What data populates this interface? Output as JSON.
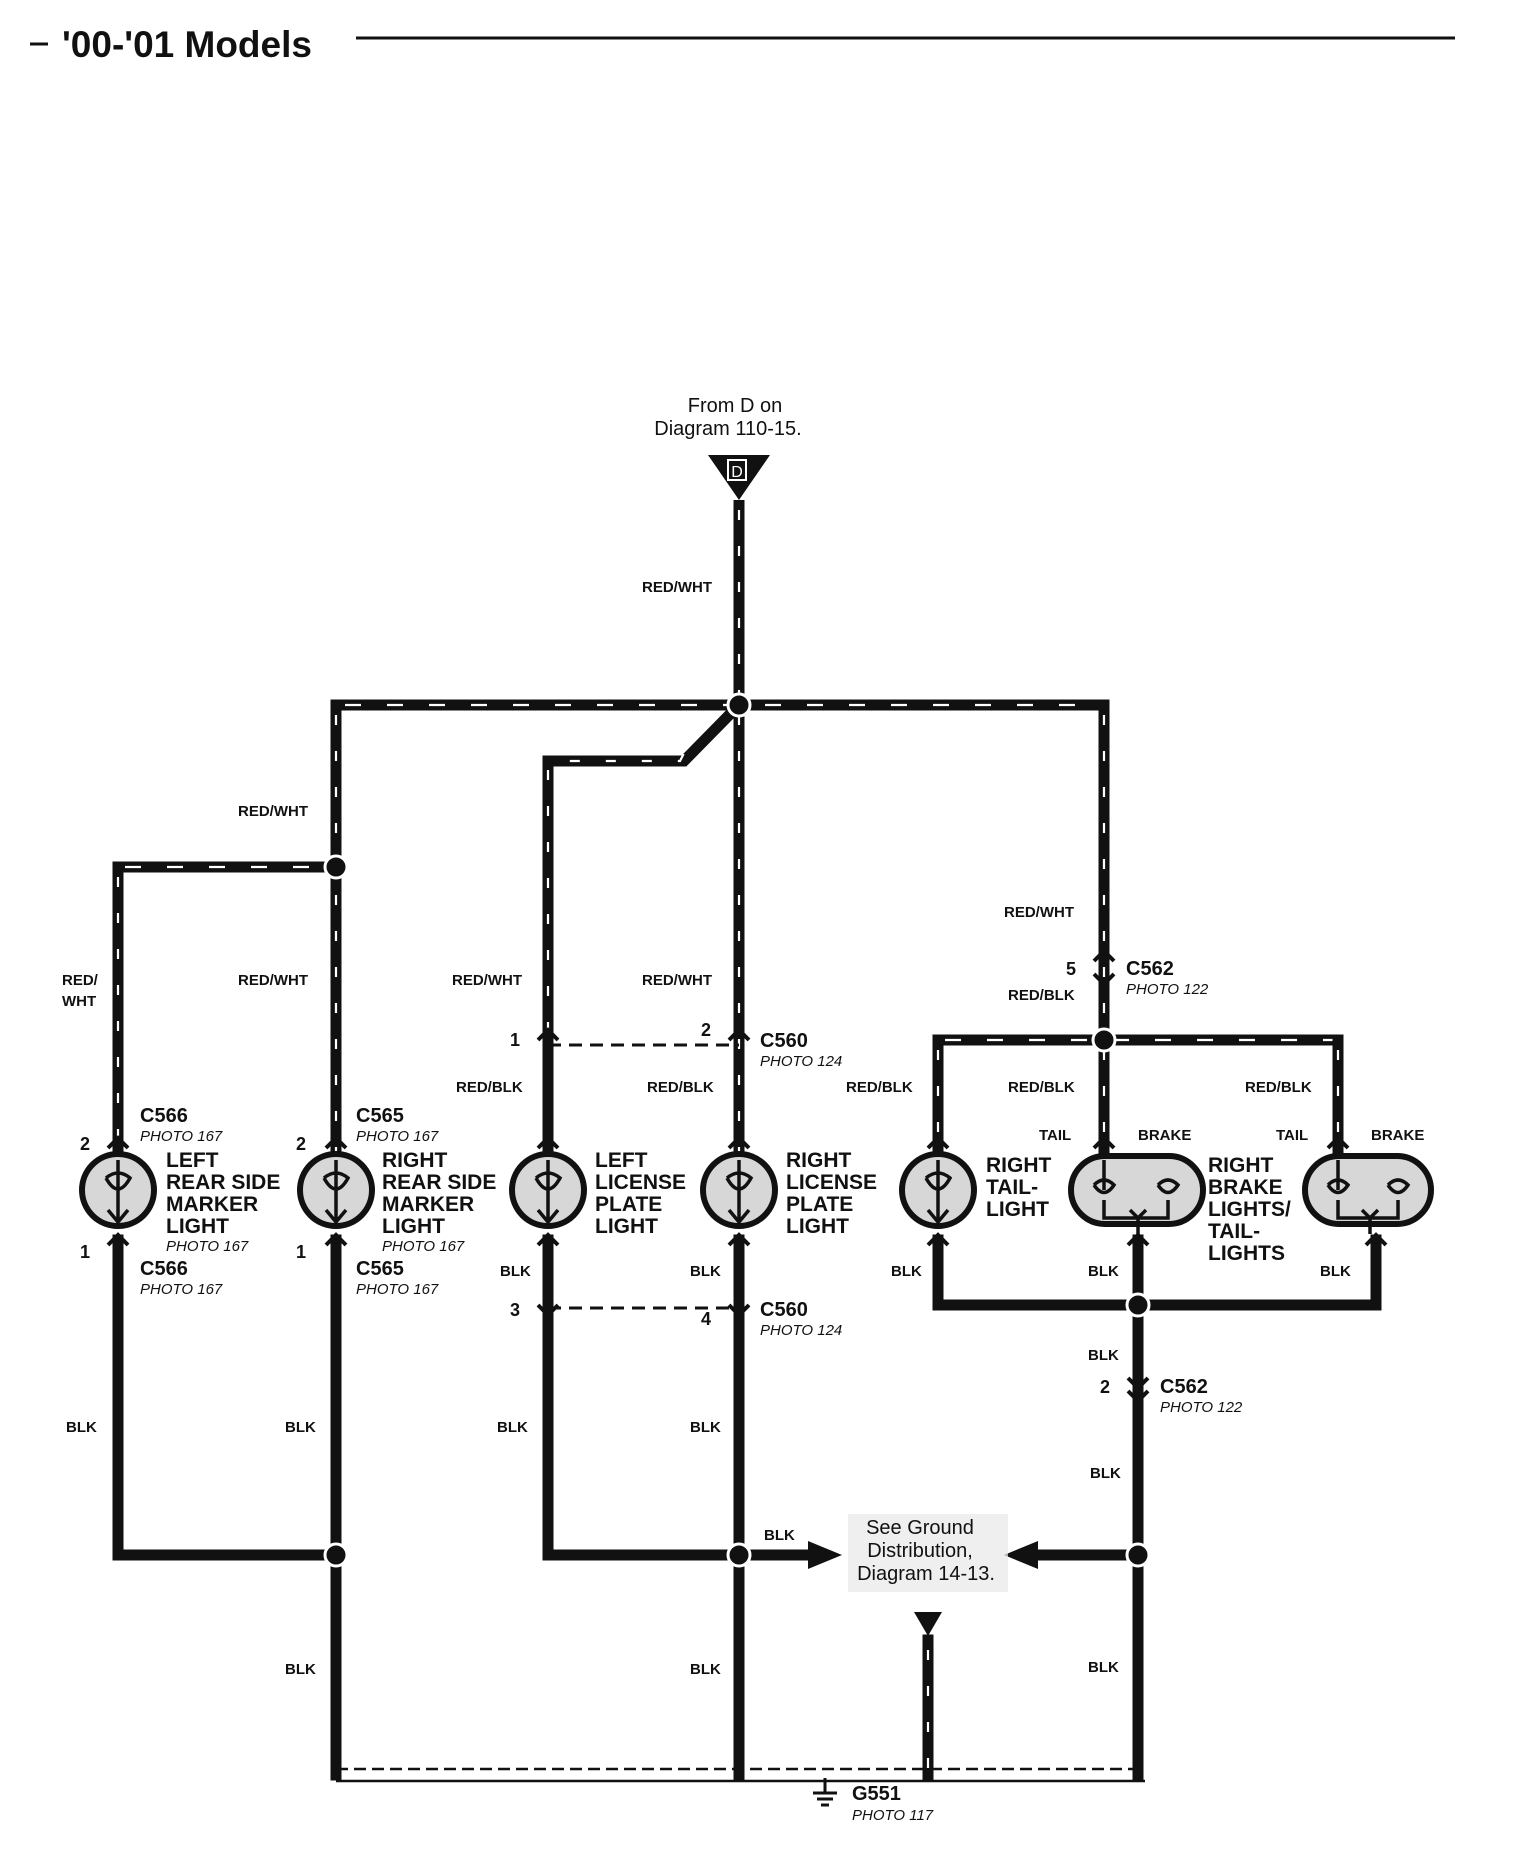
{
  "header": {
    "title": "'00-'01 Models"
  },
  "source": {
    "line1": "From D on",
    "line2": "Diagram 110-15.",
    "letter": "D"
  },
  "ground_note": {
    "line1": "See Ground",
    "line2": "Distribution,",
    "line3": "Diagram 14-13."
  },
  "ground": {
    "name": "G551",
    "photo": "PHOTO 117"
  },
  "wires": {
    "red_wht": "RED/WHT",
    "red_wht_split": {
      "line1": "RED/",
      "line2": "WHT"
    },
    "red_blk": "RED/BLK",
    "blk": "BLK"
  },
  "connectors": {
    "c566": {
      "name": "C566",
      "photo": "PHOTO 167",
      "pin_top": "2",
      "pin_bottom": "1"
    },
    "c565": {
      "name": "C565",
      "photo": "PHOTO 167",
      "pin_top": "2",
      "pin_bottom": "1"
    },
    "c560": {
      "name": "C560",
      "photo": "PHOTO 124",
      "pin_top_left": "1",
      "pin_top_right": "2",
      "pin_bottom_left": "3",
      "pin_bottom_right": "4"
    },
    "c562": {
      "name": "C562",
      "photo_top": "PHOTO 122",
      "photo_bottom": "PHOTO 122",
      "pin_top": "5",
      "pin_bottom": "2"
    }
  },
  "components": {
    "left_marker": {
      "line1": "LEFT",
      "line2": "REAR SIDE",
      "line3": "MARKER",
      "line4": "LIGHT",
      "photo": "PHOTO 167"
    },
    "right_marker": {
      "line1": "RIGHT",
      "line2": "REAR SIDE",
      "line3": "MARKER",
      "line4": "LIGHT",
      "photo": "PHOTO 167"
    },
    "left_license": {
      "line1": "LEFT",
      "line2": "LICENSE",
      "line3": "PLATE",
      "line4": "LIGHT"
    },
    "right_license": {
      "line1": "RIGHT",
      "line2": "LICENSE",
      "line3": "PLATE",
      "line4": "LIGHT"
    },
    "right_tail": {
      "line1": "RIGHT",
      "line2": "TAIL-",
      "line3": "LIGHT"
    },
    "right_brake": {
      "line1": "RIGHT",
      "line2": "BRAKE",
      "line3": "LIGHTS/",
      "line4": "TAIL-",
      "line5": "LIGHTS"
    },
    "terminals": {
      "tail": "TAIL",
      "brake": "BRAKE"
    }
  }
}
